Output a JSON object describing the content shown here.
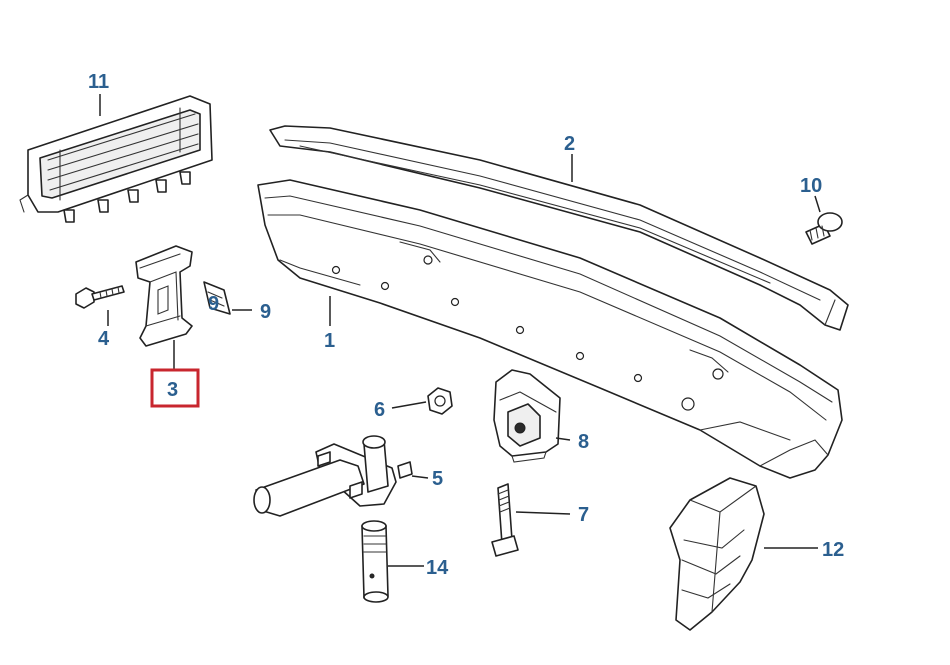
{
  "diagram": {
    "colors": {
      "callout": "#2b5f8f",
      "highlight": "#c8262e",
      "line": "#222222"
    },
    "highlighted_part": "3",
    "callouts": {
      "c1": "1",
      "c2": "2",
      "c3": "3",
      "c4": "4",
      "c5": "5",
      "c6": "6",
      "c7": "7",
      "c8": "8",
      "c9a": "9",
      "c9b": "9",
      "c10": "10",
      "c11": "11",
      "c12": "12",
      "c14": "14"
    }
  }
}
